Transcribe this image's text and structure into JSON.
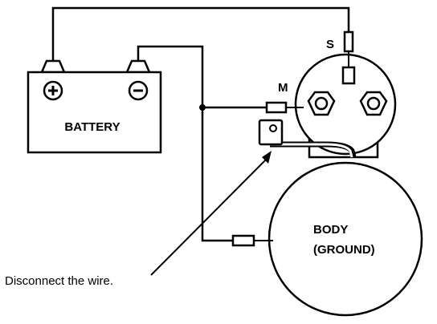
{
  "battery": {
    "label": "BATTERY",
    "positive_symbol": "⊕",
    "negative_symbol": "⊖"
  },
  "solenoid": {
    "s_label": "S",
    "m_label": "M"
  },
  "body": {
    "line1": "BODY",
    "line2": "(GROUND)"
  },
  "annotation": {
    "text": "Disconnect the wire."
  }
}
